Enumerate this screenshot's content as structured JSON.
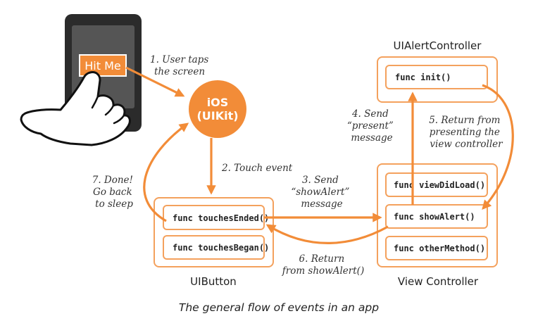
{
  "colors": {
    "accent": "#f28c38",
    "box_border": "#f4a15d",
    "phone_body": "#2b2b2b",
    "phone_screen": "#555555"
  },
  "phone": {
    "button_label": "Hit Me"
  },
  "ios_node": {
    "line1": "iOS",
    "line2": "(UIKit)"
  },
  "labels": {
    "step1": [
      "1. User taps",
      "the screen"
    ],
    "step2": [
      "2. Touch event"
    ],
    "step3": [
      "3. Send",
      "“showAlert”",
      "message"
    ],
    "step4": [
      "4. Send",
      "“present”",
      "message"
    ],
    "step5": [
      "5. Return from",
      "presenting the",
      "view controller"
    ],
    "step6": [
      "6. Return",
      "from showAlert()"
    ],
    "step7": [
      "7. Done!",
      "Go back",
      "to sleep"
    ]
  },
  "uibutton": {
    "title": "UIButton",
    "methods": [
      "func touchesEnded()",
      "func touchesBegan()"
    ]
  },
  "view_controller": {
    "title": "View Controller",
    "methods": [
      "func viewDidLoad()",
      "func showAlert()",
      "func otherMethod()"
    ]
  },
  "alert_controller": {
    "title": "UIAlertController",
    "methods": [
      "func init()"
    ]
  },
  "caption": "The general flow of events in an app"
}
